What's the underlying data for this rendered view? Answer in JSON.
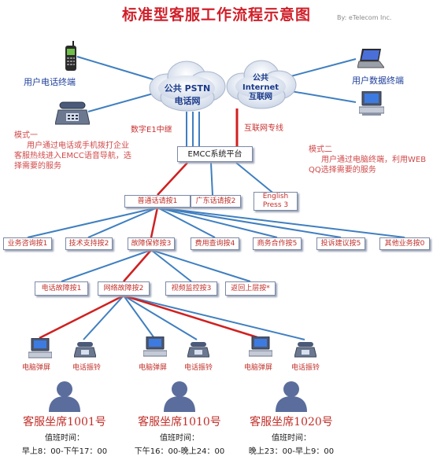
{
  "title": "标准型客服工作流程示意图",
  "byline": "By:  eTelecom Inc.",
  "clouds": {
    "pstn": {
      "line1": "公共 PSTN",
      "line2": "电话网"
    },
    "internet": {
      "line1": "公共",
      "line2": "Internet",
      "line3": "互联网"
    }
  },
  "labels": {
    "phone_terminal": "用户电话终端",
    "data_terminal": "用户数据终端",
    "e1_trunk": "数字E1中继",
    "internet_line": "互联网专线"
  },
  "mode1": {
    "title": "模式一",
    "body": "用户通过电话或手机拨打企业客服热线进入EMCC语音导航，选择需要的服务"
  },
  "mode2": {
    "title": "模式二",
    "body": "用户通过电脑终端，利用WEB QQ选择需要的服务"
  },
  "platform": "EMCC系统平台",
  "language_menu": [
    "普通话请按1",
    "广东话请按2",
    "English Press 3"
  ],
  "service_menu": [
    "业务咨询按1",
    "技术支持按2",
    "故障保修按3",
    "费用查询按4",
    "商务合作按5",
    "投诉建议按5",
    "其他业务按0"
  ],
  "fault_menu": [
    "电话故障按1",
    "网络故障按2",
    "视频监控按3",
    "返回上层按*"
  ],
  "devices": {
    "screen_pop": "电脑弹屏",
    "ring": "电话振铃"
  },
  "agents": [
    {
      "name": "客服坐席1001号",
      "duty_label": "值班时间：",
      "hours": "早上8：00-下午17：00"
    },
    {
      "name": "客服坐席1010号",
      "duty_label": "值班时间：",
      "hours": "下午16：00-晚上24：00"
    },
    {
      "name": "客服坐席1020号",
      "duty_label": "值班时间：",
      "hours": "晚上23：00-早上9：00"
    }
  ],
  "colors": {
    "title": "#d0202a",
    "wire_blue": "#3f7fc0",
    "wire_red": "#d02020",
    "node_text": "#c0302a"
  },
  "icons": [
    "mobile-phone-icon",
    "desk-phone-icon",
    "laptop-icon",
    "desktop-computer-icon",
    "person-icon"
  ]
}
